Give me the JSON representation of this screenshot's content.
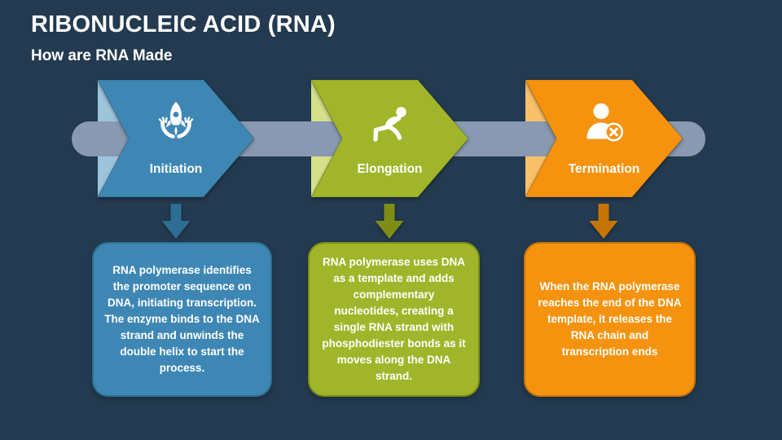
{
  "slide": {
    "title": "RIBONUCLEIC ACID (RNA)",
    "subtitle": "How are RNA Made"
  },
  "colors": {
    "background": "#233A50",
    "timeline_bar": "#8899B1",
    "text": "#FFFFFF",
    "blue": {
      "main": "#3E87B5",
      "light": "#9DC4DC",
      "dark": "#2E6E93"
    },
    "green": {
      "main": "#A0B52A",
      "light": "#D6DF8A",
      "dark": "#7D8D15"
    },
    "orange": {
      "main": "#F5930F",
      "light": "#F9C06A",
      "dark": "#C77407"
    }
  },
  "steps": [
    {
      "label": "Initiation",
      "icon": "rocket-launch-in-hands-icon",
      "description": "RNA polymerase identifies the promoter sequence on DNA, initiating transcription. The enzyme binds to the DNA strand and unwinds the double helix to start the process."
    },
    {
      "label": "Elongation",
      "icon": "person-stretching-icon",
      "description": "RNA polymerase uses DNA as a template and adds complementary nucleotides, creating a single RNA strand with phosphodiester bonds as it moves along the DNA strand."
    },
    {
      "label": "Termination",
      "icon": "person-remove-icon",
      "description": "When the RNA polymerase reaches the end of the DNA template, it releases the RNA chain and transcription ends"
    }
  ]
}
